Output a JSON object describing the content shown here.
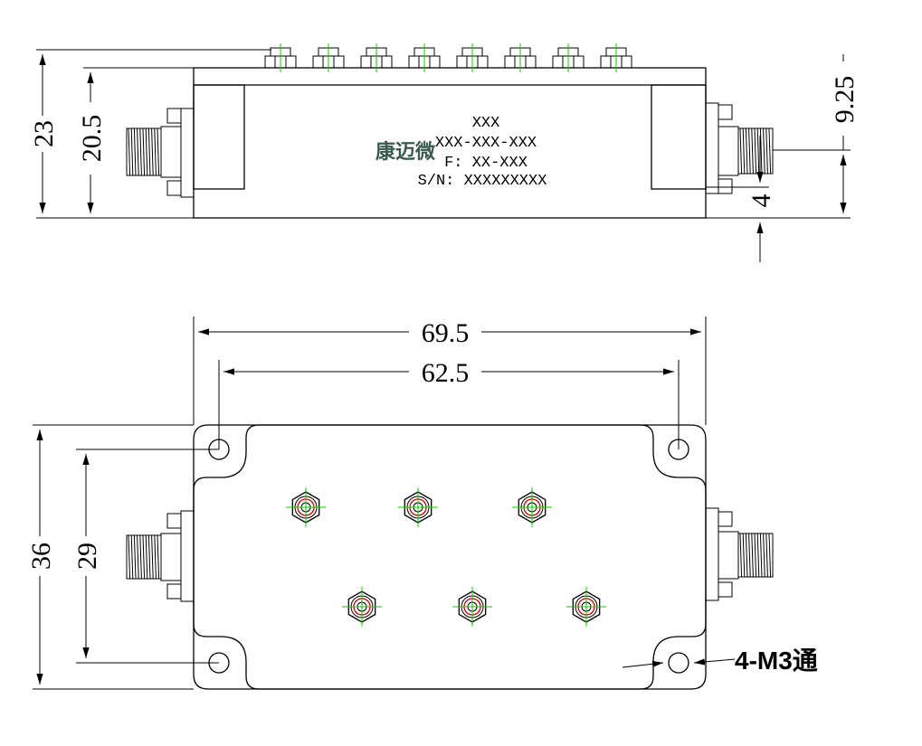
{
  "brand": "康迈微",
  "label": {
    "line1": "XXX",
    "line2": "XXX-XXX-XXX",
    "line3": "F: XX-XXX",
    "line4": "S/N: XXXXXXXXX"
  },
  "dimensions": {
    "height_total": "23",
    "height_body": "20.5",
    "connector_offset": "9.25",
    "connector_base": "4",
    "width_total": "69.5",
    "hole_spacing_x": "62.5",
    "depth_total": "36",
    "hole_spacing_y": "29"
  },
  "hole_note": "4-M3通"
}
